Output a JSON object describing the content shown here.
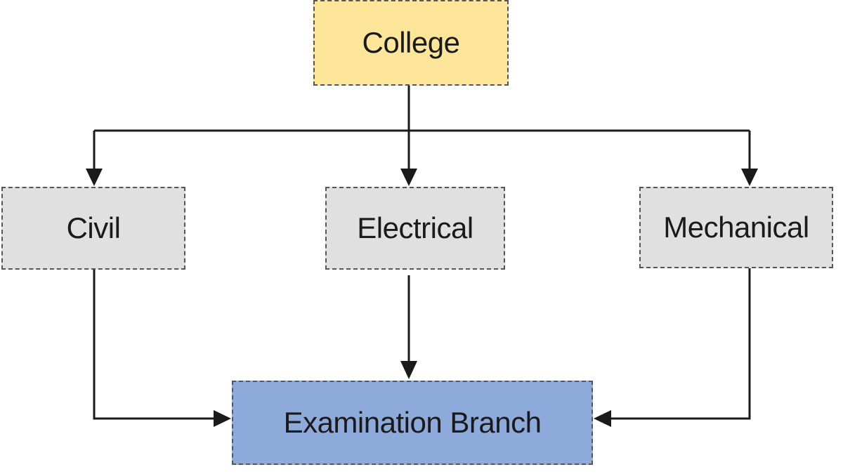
{
  "nodes": {
    "college": {
      "label": "College",
      "fill": "#fde69a"
    },
    "civil": {
      "label": "Civil",
      "fill": "#e0e0e0"
    },
    "electrical": {
      "label": "Electrical",
      "fill": "#e0e0e0"
    },
    "mechanical": {
      "label": "Mechanical",
      "fill": "#e0e0e0"
    },
    "examination_branch": {
      "label": "Examination Branch",
      "fill": "#8eaadb"
    }
  },
  "edges": [
    {
      "from": "College",
      "to": "Civil"
    },
    {
      "from": "College",
      "to": "Electrical"
    },
    {
      "from": "College",
      "to": "Mechanical"
    },
    {
      "from": "Civil",
      "to": "Examination Branch"
    },
    {
      "from": "Electrical",
      "to": "Examination Branch"
    },
    {
      "from": "Mechanical",
      "to": "Examination Branch"
    }
  ],
  "colors": {
    "connector": "#1a1a1a",
    "node_border": "#555555"
  }
}
